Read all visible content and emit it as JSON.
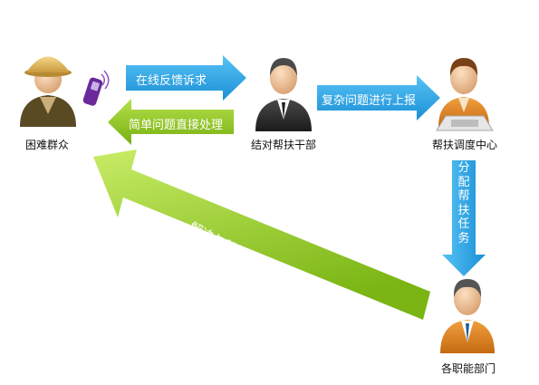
{
  "nodes": {
    "masses": "困难群众",
    "cadre": "结对帮扶干部",
    "center": "帮扶调度中心",
    "departments": "各职能部门"
  },
  "arrows": {
    "online_feedback": "在线反馈诉求",
    "simple_handling": "简单问题直接处理",
    "escalate": "复杂问题进行上报",
    "assign_tasks": "分配帮扶任务",
    "solve_help": "解决与帮扶"
  },
  "colors": {
    "blue_arrow": "#2a9fe0",
    "green_arrow": "#8fc31f",
    "background": "#ffffff"
  }
}
